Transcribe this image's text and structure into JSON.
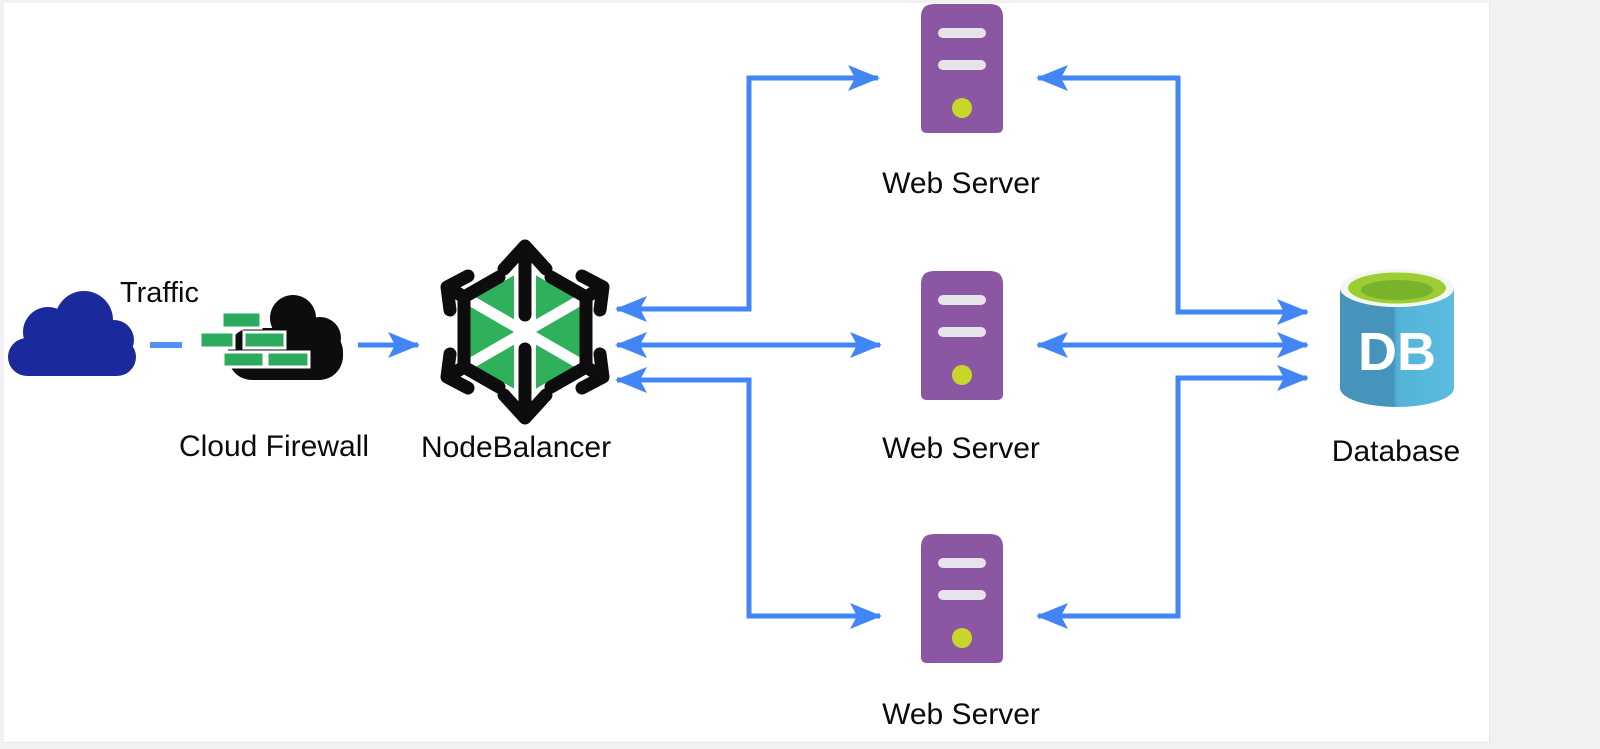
{
  "diagram": {
    "type": "network-architecture",
    "nodes": {
      "traffic": {
        "label": "Traffic",
        "icon": "cloud-icon",
        "color": "#1a2a9c"
      },
      "cloud_firewall": {
        "label": "Cloud Firewall",
        "icon": "firewall-brick-cloud-icon",
        "cloud_color": "#0d0d0d",
        "brick_color": "#2cab5e"
      },
      "nodebalancer": {
        "label": "NodeBalancer",
        "icon": "nodebalancer-hexagon-icon",
        "hex_color": "#2fb15c",
        "arrow_color": "#0d0d0d"
      },
      "web_servers": [
        {
          "label": "Web Server"
        },
        {
          "label": "Web Server"
        },
        {
          "label": "Web Server"
        }
      ],
      "web_server_icon": {
        "icon": "server-tower-icon",
        "body_color": "#8b57a2",
        "bar_color": "#e6e3ea",
        "led_color": "#c8d62b"
      },
      "database": {
        "label": "Database",
        "icon_text": "DB",
        "icon": "database-cylinder-icon",
        "body_color_left": "#4694bc",
        "body_color_right": "#5bbde0",
        "top_color": "#9ccd32"
      }
    },
    "connections": {
      "arrow_color": "#4285f4",
      "items": [
        {
          "from": "Traffic",
          "to": "Cloud Firewall",
          "type": "dashed-line"
        },
        {
          "from": "Cloud Firewall",
          "to": "NodeBalancer",
          "type": "arrow"
        },
        {
          "from": "NodeBalancer",
          "to": "Web Server 1",
          "type": "bidirectional-arrow"
        },
        {
          "from": "NodeBalancer",
          "to": "Web Server 2",
          "type": "bidirectional-arrow"
        },
        {
          "from": "NodeBalancer",
          "to": "Web Server 3",
          "type": "bidirectional-arrow"
        },
        {
          "from": "Web Server 1",
          "to": "Database",
          "type": "bidirectional-arrow"
        },
        {
          "from": "Web Server 2",
          "to": "Database",
          "type": "bidirectional-arrow"
        },
        {
          "from": "Web Server 3",
          "to": "Database",
          "type": "bidirectional-arrow"
        }
      ]
    }
  }
}
